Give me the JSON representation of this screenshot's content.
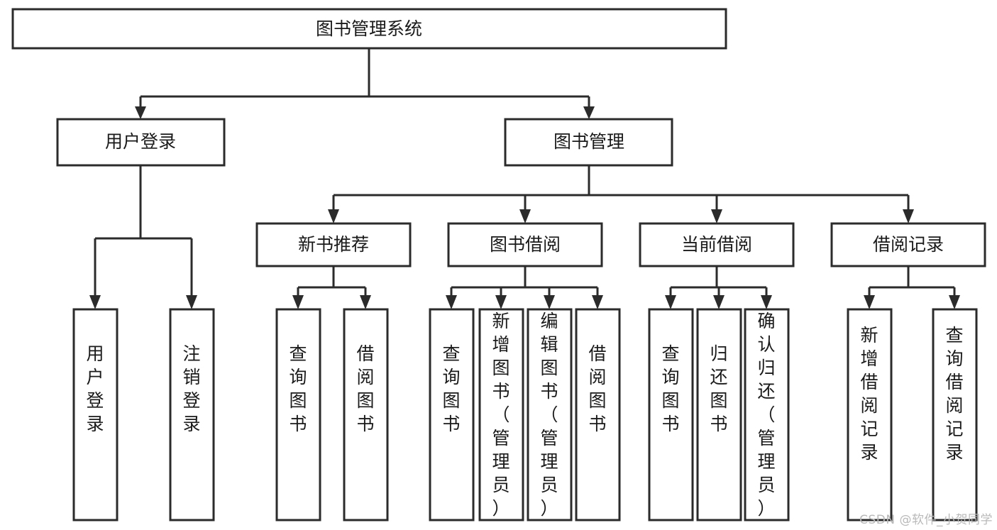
{
  "diagram": {
    "title": "图书管理系统",
    "type": "tree-hierarchy",
    "root": {
      "id": "root",
      "label": "图书管理系统"
    },
    "level2": [
      {
        "id": "user-login",
        "label": "用户登录"
      },
      {
        "id": "book-manage",
        "label": "图书管理"
      }
    ],
    "level3": [
      {
        "id": "new-book-rec",
        "label": "新书推荐"
      },
      {
        "id": "book-borrow",
        "label": "图书借阅"
      },
      {
        "id": "current-borrow",
        "label": "当前借阅"
      },
      {
        "id": "borrow-record",
        "label": "借阅记录"
      }
    ],
    "leaves": {
      "user_login": [
        {
          "id": "leaf-user-login",
          "label": "用户登录"
        },
        {
          "id": "leaf-logout-login",
          "label": "注销登录"
        }
      ],
      "new_book_rec": [
        {
          "id": "leaf-query-book-1",
          "label": "查询图书"
        },
        {
          "id": "leaf-borrow-book-1",
          "label": "借阅图书"
        }
      ],
      "book_borrow": [
        {
          "id": "leaf-query-book-2",
          "label": "查询图书"
        },
        {
          "id": "leaf-add-book",
          "label": "新增图书（管理员）"
        },
        {
          "id": "leaf-edit-book",
          "label": "编辑图书（管理员）"
        },
        {
          "id": "leaf-borrow-book-2",
          "label": "借阅图书"
        }
      ],
      "current_borrow": [
        {
          "id": "leaf-query-book-3",
          "label": "查询图书"
        },
        {
          "id": "leaf-return-book",
          "label": "归还图书"
        },
        {
          "id": "leaf-confirm-return",
          "label": "确认归还（管理员）"
        }
      ],
      "borrow_record": [
        {
          "id": "leaf-add-record",
          "label": "新增借阅记录"
        },
        {
          "id": "leaf-query-record",
          "label": "查询借阅记录"
        }
      ]
    }
  },
  "watermark": {
    "text": "CSDN @软件_小贺同学"
  },
  "colors": {
    "box_stroke": "#2b2b2b",
    "box_fill": "#ffffff",
    "text": "#1a1a1a",
    "watermark": "#b9b9b9",
    "background": "#ffffff"
  }
}
